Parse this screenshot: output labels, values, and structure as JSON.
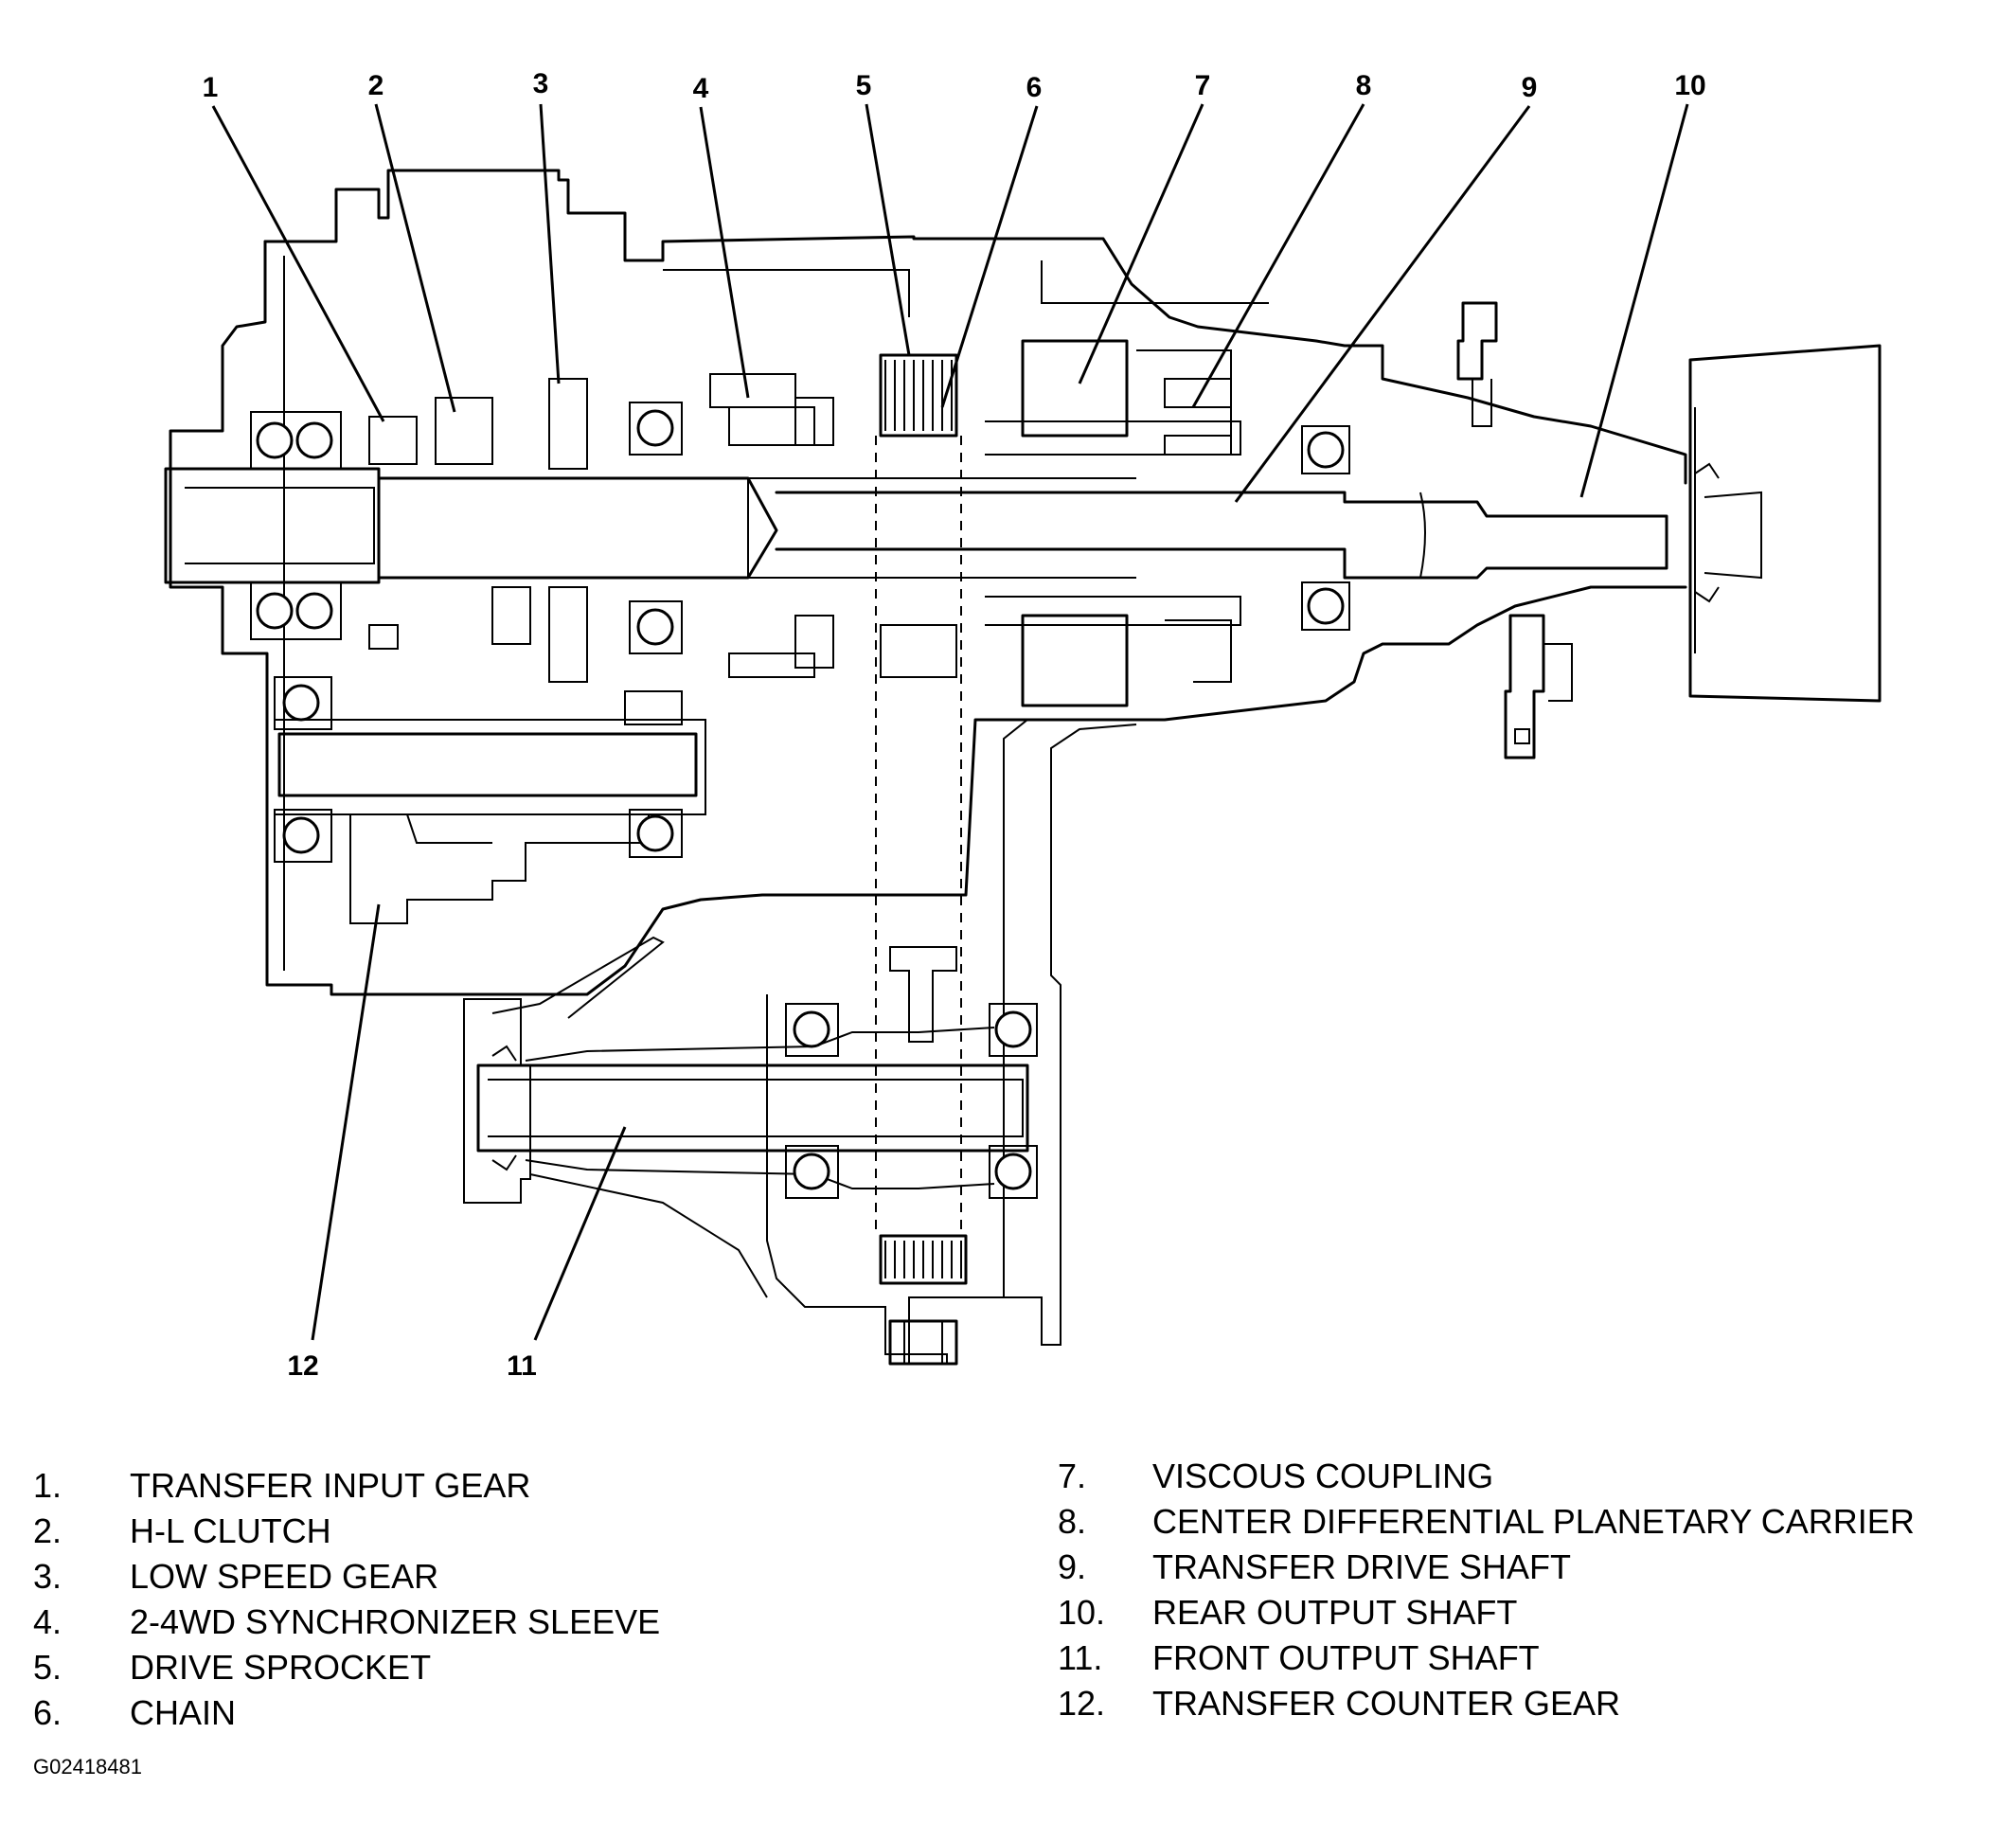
{
  "callouts": [
    {
      "num": "1"
    },
    {
      "num": "2"
    },
    {
      "num": "3"
    },
    {
      "num": "4"
    },
    {
      "num": "5"
    },
    {
      "num": "6"
    },
    {
      "num": "7"
    },
    {
      "num": "8"
    },
    {
      "num": "9"
    },
    {
      "num": "10"
    },
    {
      "num": "11"
    },
    {
      "num": "12"
    }
  ],
  "legend": {
    "left": [
      {
        "num": "1.",
        "text": "TRANSFER INPUT GEAR"
      },
      {
        "num": "2.",
        "text": "H-L CLUTCH"
      },
      {
        "num": "3.",
        "text": "LOW SPEED GEAR"
      },
      {
        "num": "4.",
        "text": "2-4WD SYNCHRONIZER SLEEVE"
      },
      {
        "num": "5.",
        "text": "DRIVE SPROCKET"
      },
      {
        "num": "6.",
        "text": "CHAIN"
      }
    ],
    "right": [
      {
        "num": "7.",
        "text": "VISCOUS COUPLING"
      },
      {
        "num": "8.",
        "text": "CENTER DIFFERENTIAL PLANETARY CARRIER"
      },
      {
        "num": "9.",
        "text": "TRANSFER DRIVE SHAFT"
      },
      {
        "num": "10.",
        "text": "REAR OUTPUT SHAFT"
      },
      {
        "num": "11.",
        "text": "FRONT OUTPUT SHAFT"
      },
      {
        "num": "12.",
        "text": "TRANSFER COUNTER GEAR"
      }
    ]
  },
  "figure_id": "G02418481"
}
